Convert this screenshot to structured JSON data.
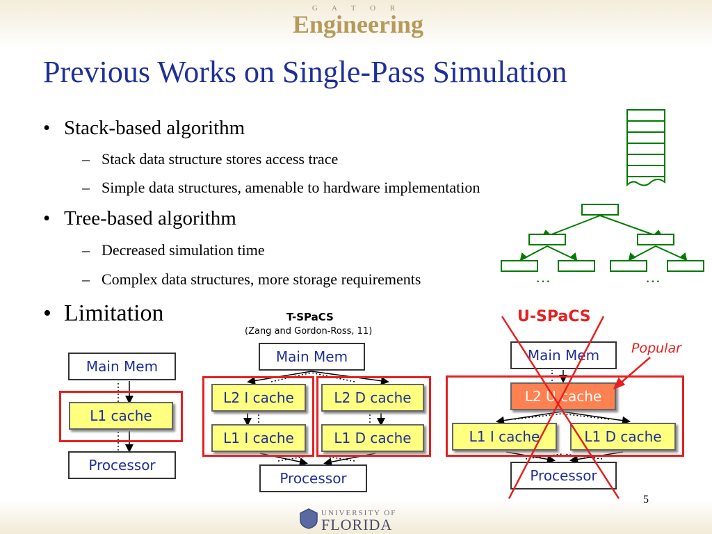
{
  "header": {
    "logo_small": "G A T O R",
    "logo_big": "Engineering"
  },
  "slide": {
    "title": "Previous Works on Single-Pass Simulation",
    "bullets": [
      {
        "text": "Stack-based algorithm",
        "subs": [
          "Stack data structure stores access trace",
          "Simple data structures, amenable to hardware implementation"
        ]
      },
      {
        "text": "Tree-based algorithm",
        "subs": [
          "Decreased simulation time",
          "Complex data structures, more storage requirements"
        ]
      },
      {
        "text": "Limitation",
        "subs": []
      }
    ],
    "bullet_glyph": "•",
    "dash_glyph": "–",
    "ellipsis": "…",
    "page_number": "5"
  },
  "diagram_single": {
    "main": "Main Mem",
    "l1": "L1 cache",
    "proc": "Processor"
  },
  "diagram_tspacs": {
    "title": "T-SPaCS",
    "citation": "(Zang and Gordon-Ross, 11)",
    "main": "Main Mem",
    "l2i": "L2 I cache",
    "l2d": "L2 D cache",
    "l1i": "L1 I cache",
    "l1d": "L1 D cache",
    "proc": "Processor"
  },
  "diagram_uspacs": {
    "title": "U-SPaCS",
    "popular": "Popular",
    "main": "Main Mem",
    "l2u": "L2 U cache",
    "l1i": "L1 I cache",
    "l1d": "L1 D cache",
    "proc": "Processor"
  },
  "footer": {
    "uf_small": "UNIVERSITY OF",
    "uf_big": "FLORIDA"
  },
  "colors": {
    "title": "#1f2f9a",
    "red": "#e52020",
    "green": "#007a00",
    "yellow": "#ffff80",
    "orange": "#ff8050"
  }
}
